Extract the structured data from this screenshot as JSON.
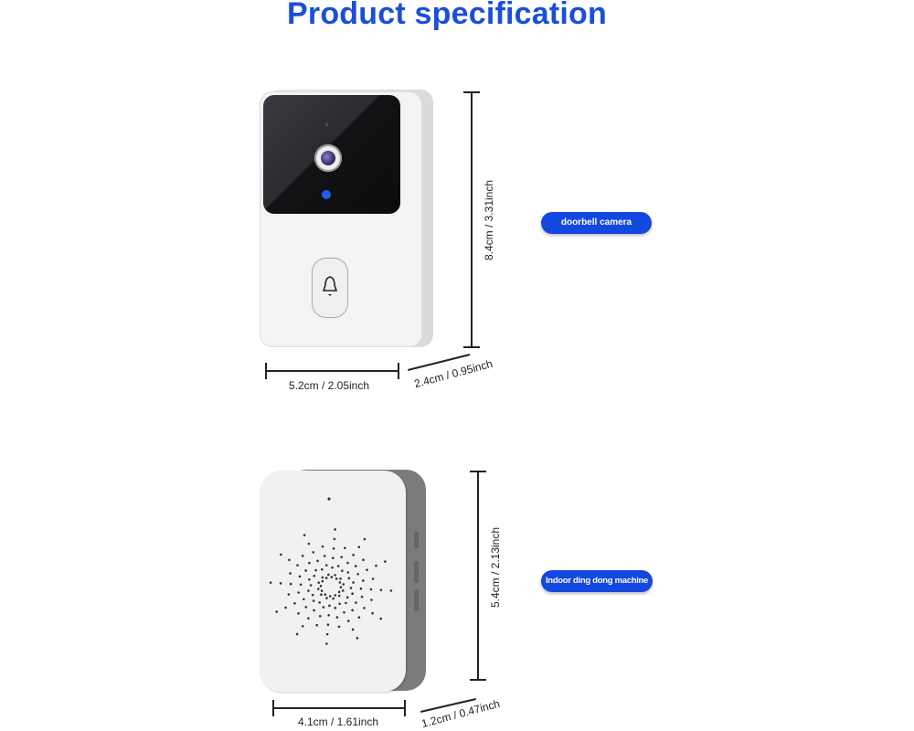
{
  "title": "Product specification",
  "colors": {
    "accent": "#1c4fd8",
    "pill": "#1247e0",
    "indicator": "#1f5ee8"
  },
  "doorbell": {
    "label": "doorbell camera",
    "height": "8.4cm / 3.31inch",
    "width": "5.2cm / 2.05inch",
    "depth": "2.4cm / 0.95inch",
    "button_icon": "bell-icon"
  },
  "chime": {
    "label": "Indoor ding dong machine",
    "height": "5.4cm / 2.13inch",
    "width": "4.1cm / 1.61inch",
    "depth": "1.2cm / 0.47inch"
  }
}
